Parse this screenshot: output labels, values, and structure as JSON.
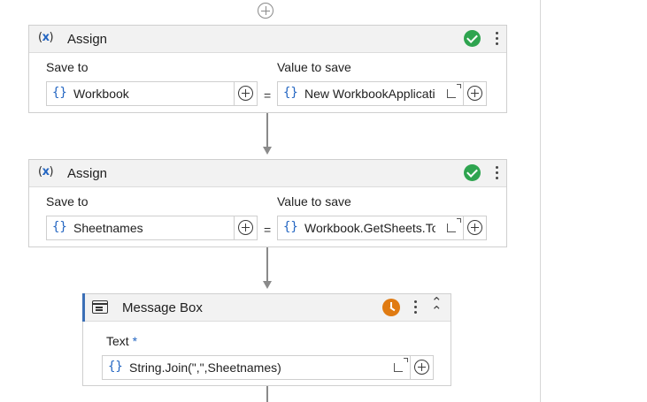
{
  "activities": [
    {
      "title": "Assign",
      "save_to_label": "Save to",
      "value_label": "Value to save",
      "save_to_value": "Workbook",
      "value_to_save": "New WorkbookApplication",
      "equals": "=",
      "status": "valid"
    },
    {
      "title": "Assign",
      "save_to_label": "Save to",
      "value_label": "Value to save",
      "save_to_value": "Sheetnames",
      "value_to_save": "Workbook.GetSheets.ToArray",
      "equals": "=",
      "status": "valid"
    }
  ],
  "message_box": {
    "title": "Message Box",
    "text_label": "Text",
    "required_marker": "*",
    "text_value": "String.Join(\",\",Sheetnames)",
    "status": "warning"
  },
  "icons": {
    "variable": "{}",
    "assign_x": "(x)"
  },
  "colors": {
    "valid": "#2ea44f",
    "warning": "#e07b12",
    "accent": "#2466c2"
  }
}
